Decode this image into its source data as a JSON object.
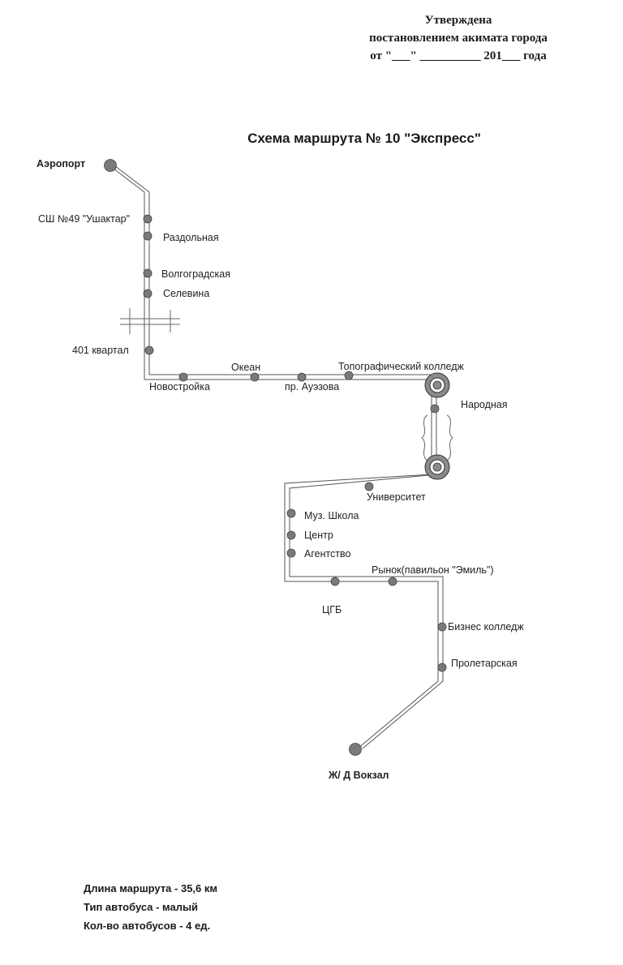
{
  "approval": {
    "line1": "Утверждена",
    "line2": "постановлением акимата города",
    "line3": "от \"___\" __________ 201___ года"
  },
  "title": "Схема маршрута № 10 \"Экспресс\"",
  "stops": {
    "airport": "Аэропорт",
    "school49": "СШ №49 \"Ушактар\"",
    "razdolnaya": "Раздольная",
    "volgogradskaya": "Волгоградская",
    "selevina": "Селевина",
    "kvartal401": "401 квартал",
    "novostroyka": "Новостройка",
    "okean": "Океан",
    "auezova": "пр. Ауэзова",
    "topo_college": "Топографический колледж",
    "narodnaya": "Народная",
    "university": "Университет",
    "music_school": "Муз. Школа",
    "center": "Центр",
    "agentstvo": "Агентство",
    "rynok": "Рынок(павильон \"Эмиль\")",
    "tsgb": "ЦГБ",
    "business_college": "Бизнес колледж",
    "proletarskaya": "Пролетарская",
    "railway_station": "Ж/ Д Вокзал"
  },
  "info": {
    "length": "Длина маршрута - 35,6 км",
    "bus_type": "Тип автобуса -  малый",
    "bus_count": "Кол-во автобусов - 4 ед."
  },
  "colors": {
    "line": "#555555",
    "stop": "#777777",
    "text": "#1a1a1a"
  }
}
